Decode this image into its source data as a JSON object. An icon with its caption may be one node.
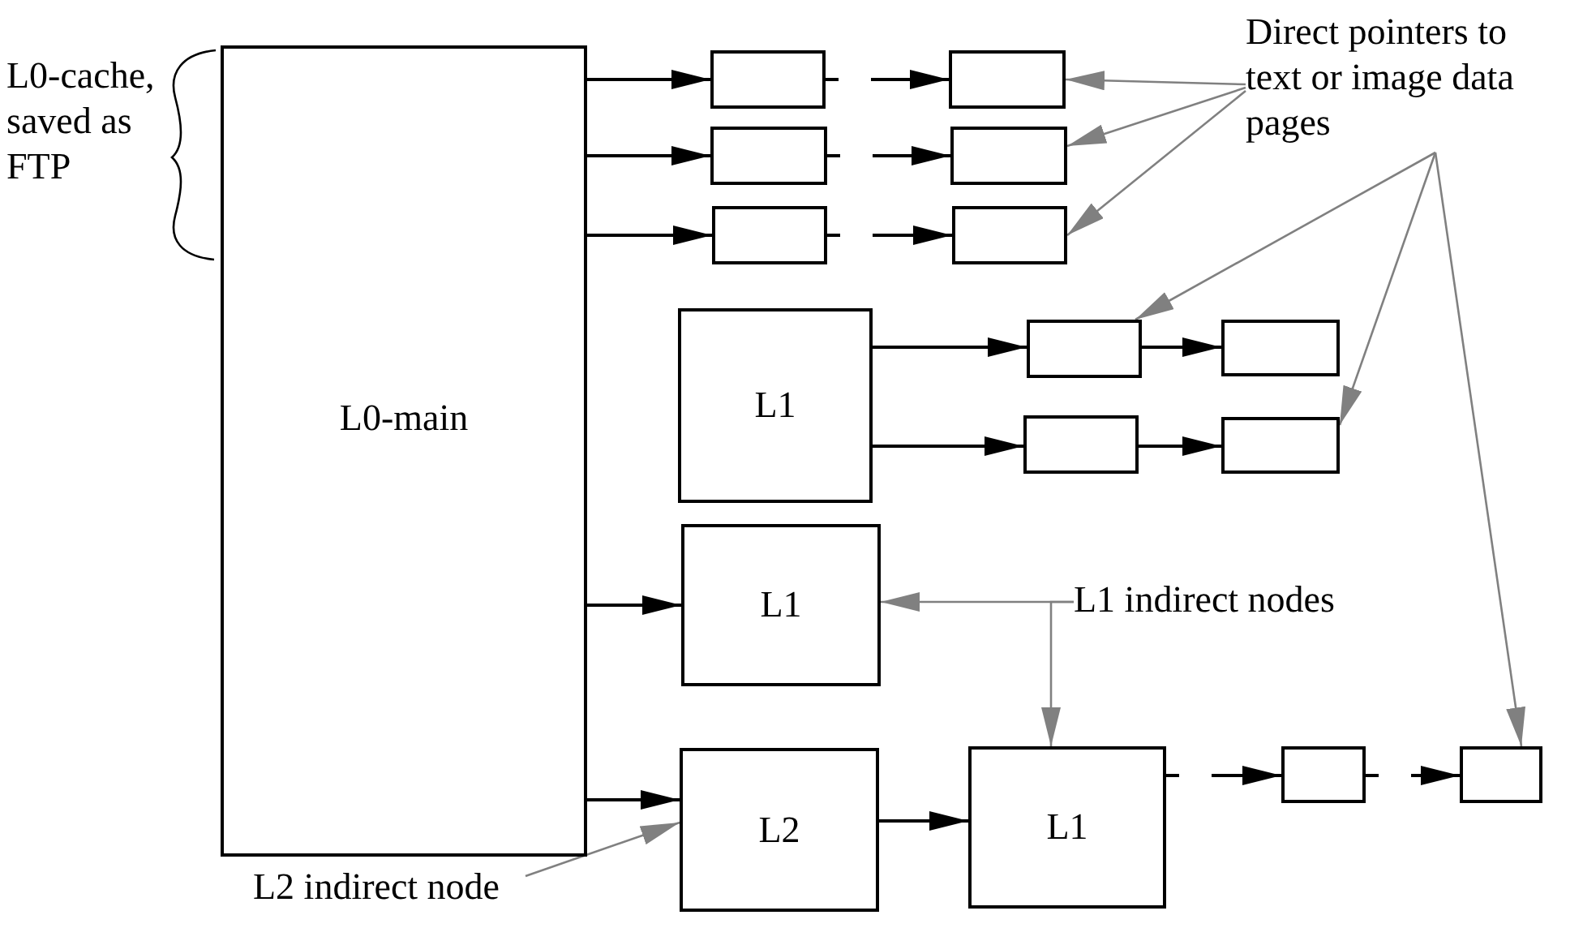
{
  "diagram": {
    "nodes": [
      {
        "text": [
          "L0-main"
        ],
        "beside": [
          "L0-cache, saved as FTP"
        ]
      },
      {
        "text": [],
        "shape": "box"
      },
      {
        "text": [],
        "shape": "box"
      },
      {
        "text": [],
        "shape": "box"
      },
      {
        "text": [],
        "shape": "box"
      },
      {
        "text": [],
        "shape": "box"
      },
      {
        "text": [],
        "shape": "box"
      },
      {
        "text": [
          "Direct pointers to text or image data pages"
        ]
      },
      {
        "text": [
          "L1"
        ]
      },
      {
        "text": [],
        "shape": "box"
      },
      {
        "text": [],
        "shape": "box"
      },
      {
        "text": [],
        "shape": "box"
      },
      {
        "text": [],
        "shape": "box"
      },
      {
        "text": [
          "L1"
        ]
      },
      {
        "text": [
          "L1 indirect nodes"
        ]
      },
      {
        "text": [
          "L2"
        ]
      },
      {
        "text": [
          "L1"
        ]
      },
      {
        "text": [],
        "shape": "box"
      },
      {
        "text": [],
        "shape": "box"
      },
      {
        "text": [
          "L2 indirect node"
        ]
      }
    ],
    "edges": [
      {
        "from": 0,
        "to": 1,
        "arrow": "to"
      },
      {
        "from": 1,
        "to": 2,
        "arrow": "to",
        "style": "dashed"
      },
      {
        "from": 0,
        "to": 3,
        "arrow": "to"
      },
      {
        "from": 3,
        "to": 4,
        "arrow": "to",
        "style": "dashed"
      },
      {
        "from": 0,
        "to": 5,
        "arrow": "to"
      },
      {
        "from": 5,
        "to": 6,
        "arrow": "to",
        "style": "dashed"
      },
      {
        "from": 8,
        "to": 9,
        "arrow": "to"
      },
      {
        "from": 9,
        "to": 10,
        "arrow": "to"
      },
      {
        "from": 8,
        "to": 11,
        "arrow": "to"
      },
      {
        "from": 11,
        "to": 12,
        "arrow": "to"
      },
      {
        "from": 0,
        "to": 13,
        "arrow": "to"
      },
      {
        "from": 0,
        "to": 15,
        "arrow": "to"
      },
      {
        "from": 15,
        "to": 16,
        "arrow": "to"
      },
      {
        "from": 16,
        "to": 17,
        "arrow": "to",
        "style": "dashed"
      },
      {
        "from": 17,
        "to": 18,
        "arrow": "to",
        "style": "dashed"
      },
      {
        "from": 7,
        "to": 2,
        "arrow": "to",
        "color": "#808080"
      },
      {
        "from": 7,
        "to": 4,
        "arrow": "to",
        "color": "#808080"
      },
      {
        "from": 7,
        "to": 6,
        "arrow": "to",
        "color": "#808080"
      },
      {
        "from": 7,
        "to": 9,
        "arrow": "to",
        "color": "#808080"
      },
      {
        "from": 7,
        "to": 12,
        "arrow": "to",
        "color": "#808080"
      },
      {
        "from": 7,
        "to": 18,
        "arrow": "to",
        "color": "#808080"
      },
      {
        "from": 14,
        "to": 13,
        "arrow": "to",
        "color": "#808080"
      },
      {
        "from": 14,
        "to": 16,
        "arrow": "to",
        "color": "#808080"
      },
      {
        "from": 19,
        "to": 15,
        "arrow": "to",
        "color": "#808080"
      }
    ]
  }
}
